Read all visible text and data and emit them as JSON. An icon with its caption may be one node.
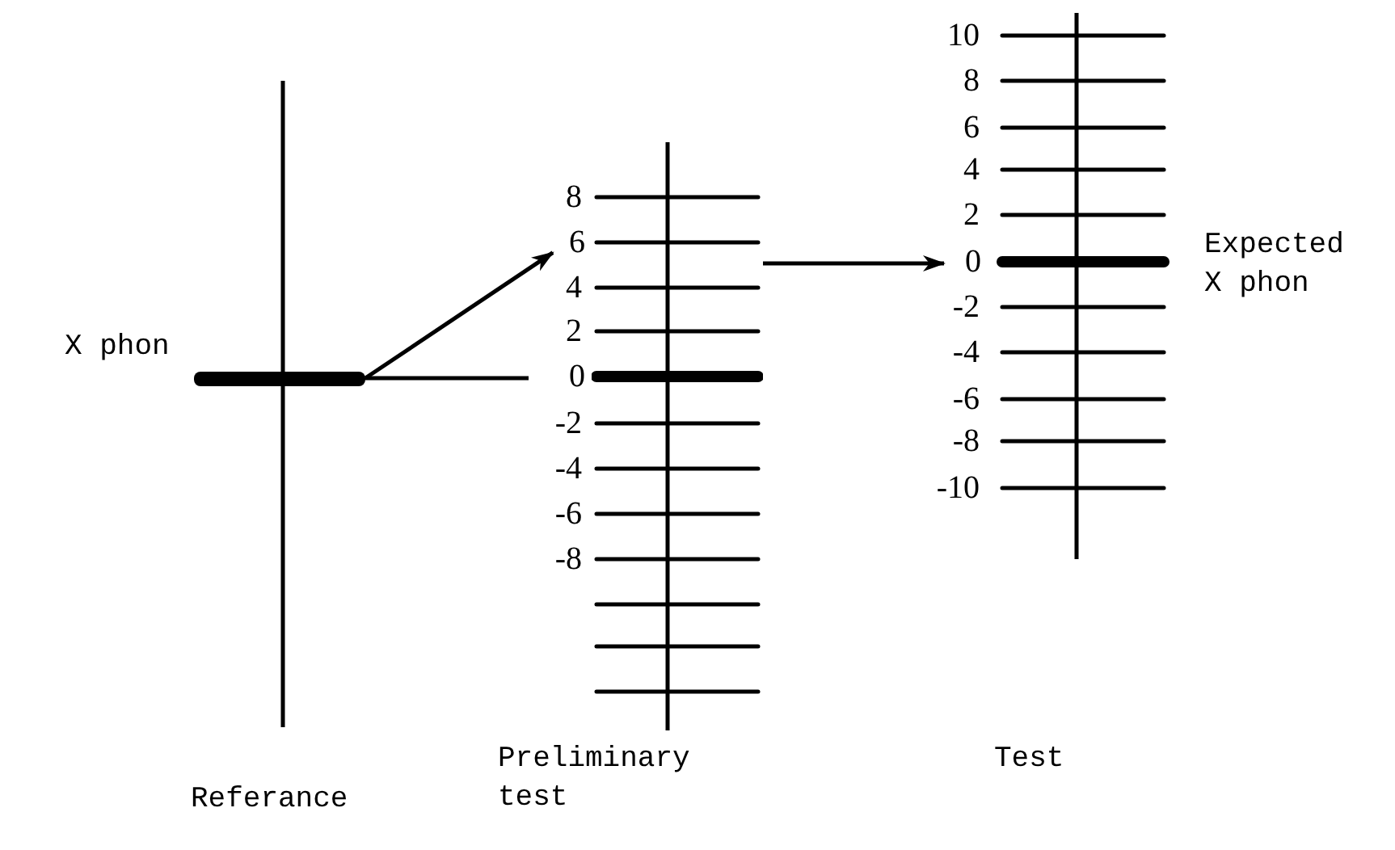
{
  "diagram": {
    "nodes": [
      {
        "text": [],
        "shape": "bar",
        "beside": [
          "X phon"
        ]
      },
      {
        "text": [
          "6"
        ]
      },
      {
        "text": [
          "0"
        ]
      },
      {
        "text": [],
        "shape": "bar"
      },
      {
        "text": [
          "0"
        ]
      }
    ],
    "edges": [
      {
        "from": 0,
        "to": 1,
        "arrow": "to"
      },
      {
        "from": 0,
        "to": 2,
        "arrow": "none"
      },
      {
        "from": 3,
        "to": 4,
        "arrow": "to"
      }
    ],
    "labels": [
      "10",
      "8",
      "6",
      "4",
      "2",
      "Expected X phon",
      "-2",
      "-4",
      "-6",
      "-8",
      "-10",
      "8",
      "4",
      "2",
      "-2",
      "-4",
      "-6",
      "-8",
      "Referance",
      "Preliminary test",
      "Test"
    ]
  }
}
